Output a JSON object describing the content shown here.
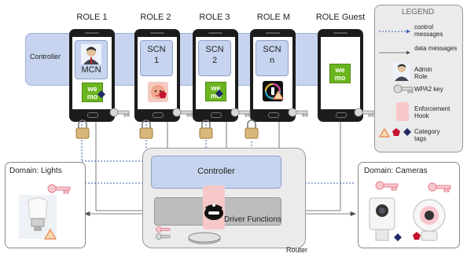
{
  "roles": {
    "role1": "ROLE 1",
    "role2": "ROLE 2",
    "role3": "ROLE 3",
    "roleM": "ROLE M",
    "roleGuest": "ROLE Guest"
  },
  "controller_band_label": "Controller",
  "phones": {
    "mcn": "MCN",
    "scn1_top": "SCN",
    "scn1_bottom": "1",
    "scn2_top": "SCN",
    "scn2_bottom": "2",
    "scnn_top": "SCN",
    "scnn_bottom": "n"
  },
  "wemo_top": "we",
  "wemo_bottom": "mo",
  "router": {
    "controller": "Controller",
    "driver_functions": "Driver Functions",
    "label": "Router"
  },
  "legend": {
    "title": "LEGEND",
    "control_messages": "control messages",
    "data_messages": "data messages",
    "admin_role": "Admin Role",
    "wpa2_key": "WPA2 key",
    "enforcement_hook": "Enforcement Hook",
    "category_tags": "Category tags"
  },
  "domains": {
    "lights": "Domain: Lights",
    "cameras": "Domain: Cameras"
  },
  "colors": {
    "control_line": "#3a5fb0",
    "data_line": "#555555",
    "controller_fill": "#c7d4ef",
    "tag_orange": "#e8804a",
    "tag_red": "#c4122f",
    "tag_navy": "#1f2a66",
    "wemo_green": "#6bb51f",
    "key_pink": "#e87a8a"
  }
}
